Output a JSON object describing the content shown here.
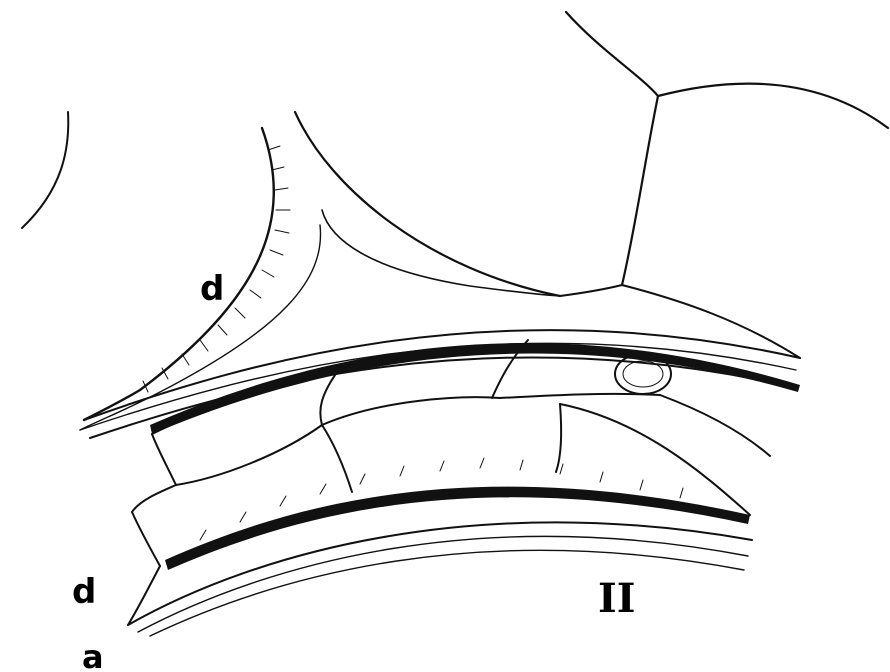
{
  "labels": {
    "d_upper": "d",
    "d_lower": "d",
    "a": "a",
    "figure_number": "II"
  },
  "colors": {
    "ink": "#111111",
    "paper": "#ffffff"
  }
}
